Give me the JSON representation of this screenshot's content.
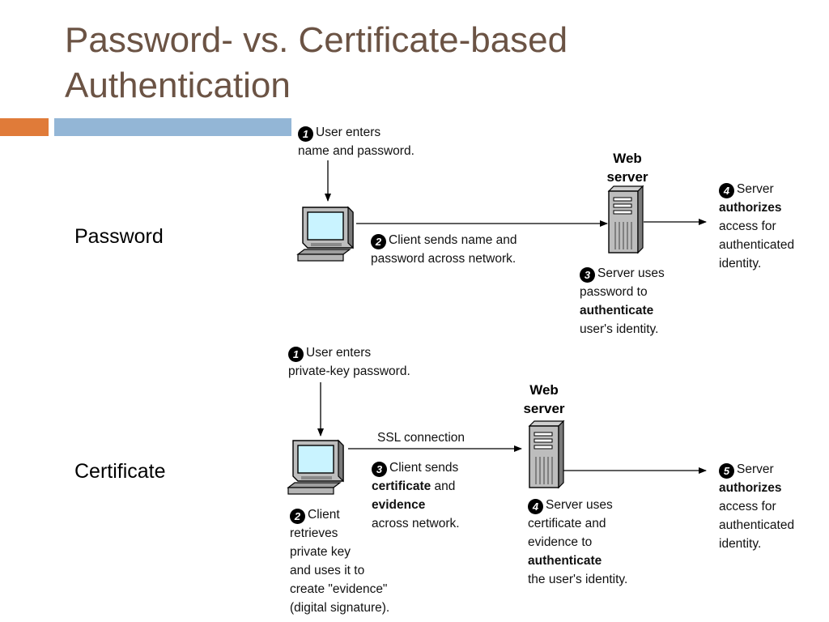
{
  "slide": {
    "title": "Password- vs. Certificate-based Authentication",
    "accent_colors": {
      "title": "#6b5344",
      "orange_bar": "#e07b39",
      "blue_bar": "#93b6d6"
    }
  },
  "password": {
    "row_label": "Password",
    "server_label": [
      "Web",
      "server"
    ],
    "steps": [
      {
        "num": "1",
        "lines": [
          "User enters",
          "name and password."
        ]
      },
      {
        "num": "2",
        "lines": [
          "Client sends name and",
          "password across network."
        ]
      },
      {
        "num": "3",
        "lines": [
          "Server uses",
          "password to",
          "authenticate",
          "user's identity."
        ]
      },
      {
        "num": "4",
        "lines": [
          "Server",
          "authorizes",
          "access for",
          "authenticated",
          "identity."
        ]
      }
    ]
  },
  "certificate": {
    "row_label": "Certificate",
    "server_label": [
      "Web",
      "server"
    ],
    "connection_label": "SSL connection",
    "steps": [
      {
        "num": "1",
        "lines": [
          "User enters",
          "private-key password."
        ]
      },
      {
        "num": "2",
        "lines": [
          "Client",
          "retrieves",
          "private key",
          "and uses it to",
          "create \"evidence\"",
          "(digital signature)."
        ]
      },
      {
        "num": "3",
        "lines": [
          "Client sends",
          "certificate and",
          "evidence",
          "across network."
        ]
      },
      {
        "num": "4",
        "lines": [
          "Server uses",
          "certificate and",
          "evidence to",
          "authenticate",
          "the user's identity."
        ]
      },
      {
        "num": "5",
        "lines": [
          "Server",
          "authorizes",
          "access for",
          "authenticated",
          "identity."
        ]
      }
    ]
  },
  "icons": [
    "client-computer-icon",
    "web-server-icon",
    "arrow-icon"
  ]
}
